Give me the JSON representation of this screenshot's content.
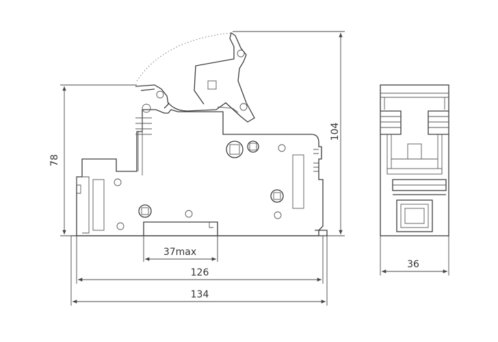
{
  "dimensions": {
    "height_body": "78",
    "height_open": "104",
    "slot_width": "37max",
    "width_inner": "126",
    "width_total": "134",
    "side_width": "36"
  },
  "colors": {
    "line": "#3a3a3a",
    "background": "#ffffff"
  }
}
